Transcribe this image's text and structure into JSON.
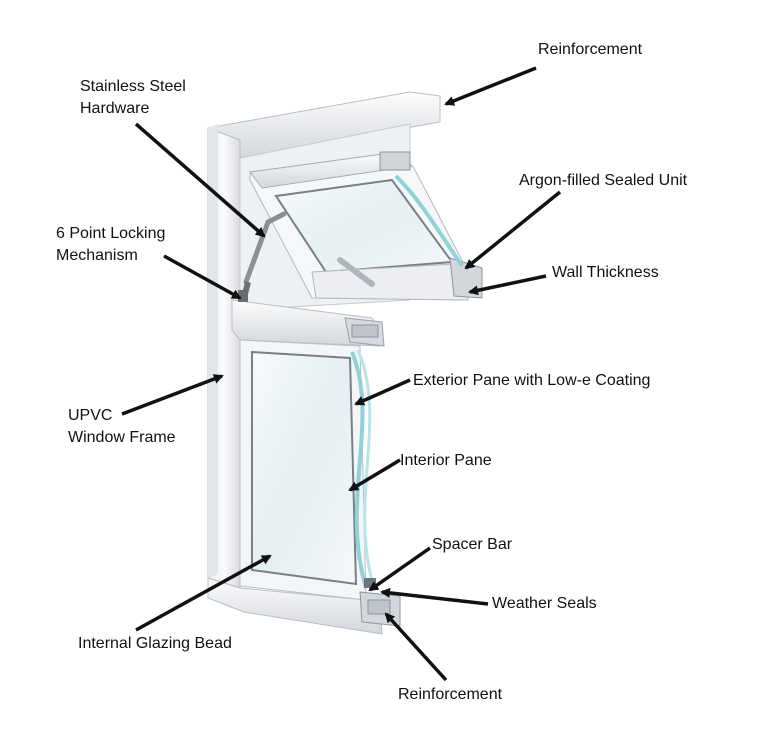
{
  "labels": {
    "reinforcement_top": "Reinforcement",
    "stainless_steel": [
      "Stainless Steel",
      "Hardware"
    ],
    "argon": "Argon-filled Sealed Unit",
    "locking": [
      "6 Point Locking",
      "Mechanism"
    ],
    "wall_thickness": "Wall Thickness",
    "exterior_pane": "Exterior Pane with Low-e Coating",
    "upvc": [
      "UPVC",
      "Window Frame"
    ],
    "interior_pane": "Interior Pane",
    "spacer_bar": "Spacer Bar",
    "weather_seals": "Weather Seals",
    "internal_bead": "Internal Glazing Bead",
    "reinforcement_bottom": "Reinforcement"
  },
  "colors": {
    "frame": "#f3f4f6",
    "frame_shadow": "#c9ccd2",
    "glass": "#e8f2f5",
    "glass_edge": "#8fd3d6",
    "arrow": "#111111",
    "text": "#111111"
  }
}
